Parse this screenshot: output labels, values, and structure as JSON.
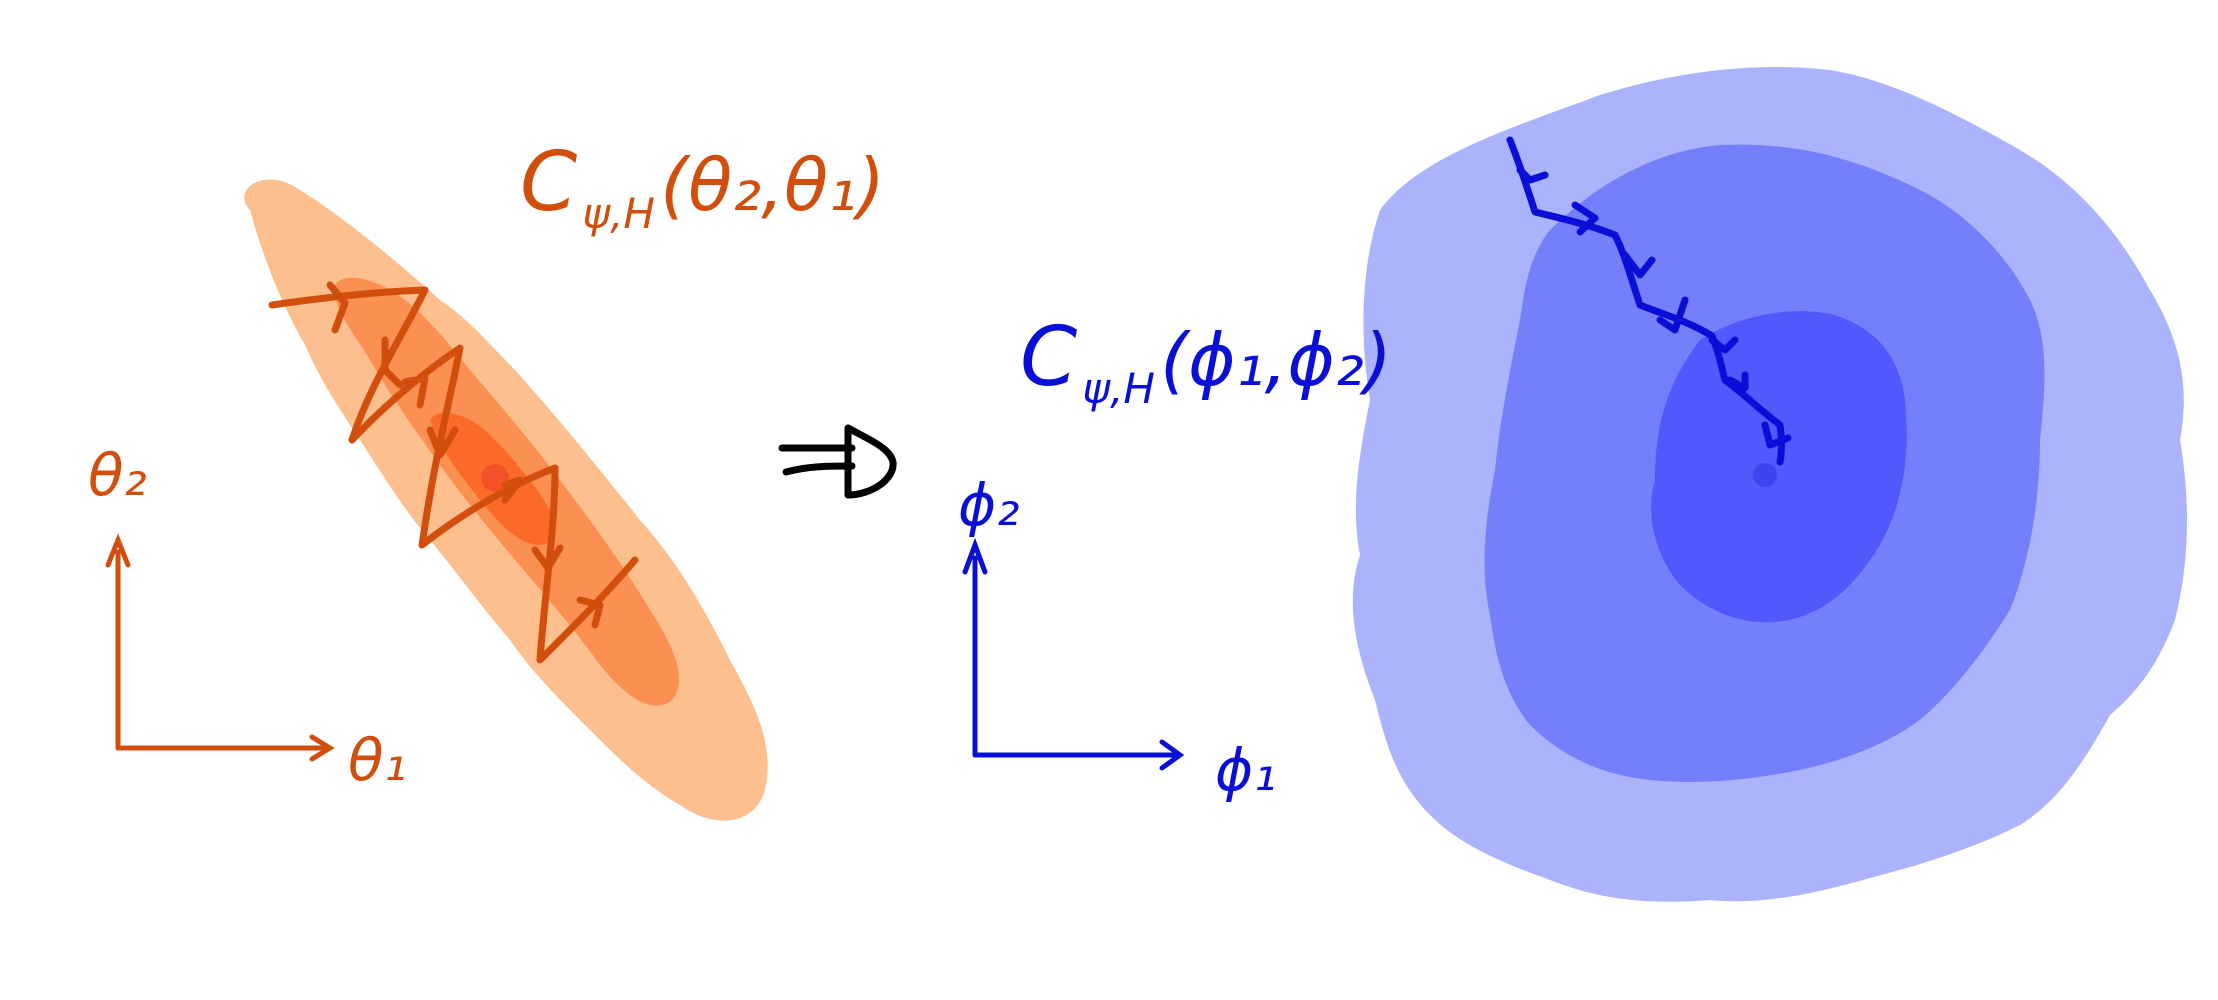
{
  "left_panel": {
    "label_prefix": "C",
    "label_subscript": "ψ,H",
    "label_args": "(θ₂,θ₁)",
    "x_axis_label": "θ₁",
    "y_axis_label": "θ₂"
  },
  "right_panel": {
    "label_prefix": "C",
    "label_subscript": "ψ,H",
    "label_args": "(ϕ₁,ϕ₂)",
    "x_axis_label": "ϕ₁",
    "y_axis_label": "ϕ₂"
  },
  "colors": {
    "orange_ink": "#d24e0c",
    "orange_outer": "#fdbf8e",
    "orange_mid": "#fc9052",
    "orange_inner": "#fc6a2a",
    "orange_dot": "#f4502a",
    "blue_ink": "#0a0fd8",
    "blue_outer": "#acb3fd",
    "blue_mid": "#767ffb",
    "blue_inner": "#4f59fc",
    "blue_dot": "#3b45f0",
    "arrow_ink": "#000000"
  }
}
